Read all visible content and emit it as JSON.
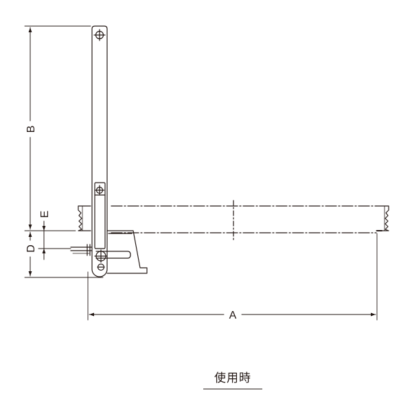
{
  "dimensions": {
    "a": "A",
    "b": "B",
    "d": "D",
    "e": "E"
  },
  "caption": "使用時",
  "colors": {
    "line": "#231815",
    "background": "#ffffff"
  }
}
